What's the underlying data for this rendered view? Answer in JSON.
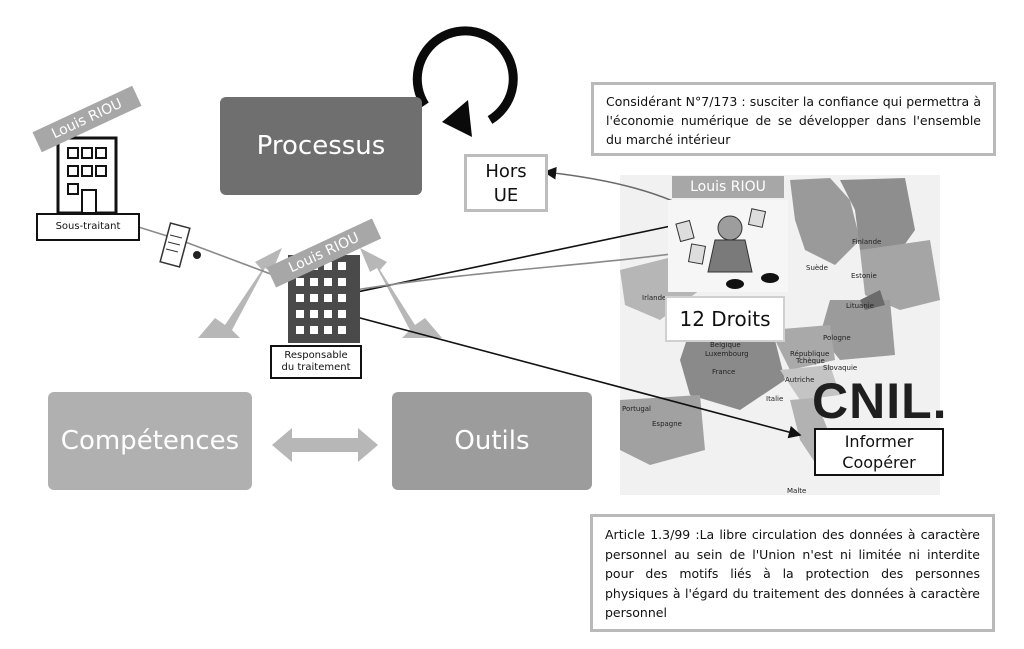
{
  "boxes": {
    "processus": "Processus",
    "competences": "Compétences",
    "outils": "Outils",
    "hors_ue_line1": "Hors",
    "hors_ue_line2": "UE"
  },
  "subcontractor": {
    "tag": "Louis RIOU",
    "label": "Sous-traitant"
  },
  "controller": {
    "tag": "Louis RIOU",
    "label_line1": "Responsable",
    "label_line2": "du traitement"
  },
  "map": {
    "tag": "Louis RIOU",
    "rights": "12 Droits",
    "cnil_logo": "CNIL.",
    "cnil_line1": "Informer",
    "cnil_line2": "Coopérer",
    "country_labels": [
      "Finlande",
      "Suède",
      "Estonie",
      "Lituanie",
      "Pologne",
      "Belgique",
      "Luxembourg",
      "République",
      "Tchèque",
      "Slovaquie",
      "France",
      "Autriche",
      "Italie",
      "Espagne",
      "Portugal",
      "Malte",
      "Irlande"
    ]
  },
  "considerant": "Considérant N°7/173 : susciter la confiance qui permettra à l'économie numérique de se développer dans l'ensemble du marché intérieur",
  "article": "Article 1.3/99 :La libre circulation des données à caractère personnel au sein de l'Union n'est ni limitée ni interdite pour des motifs liés à la protection des personnes physiques à l'égard du traitement des données à caractère personnel"
}
